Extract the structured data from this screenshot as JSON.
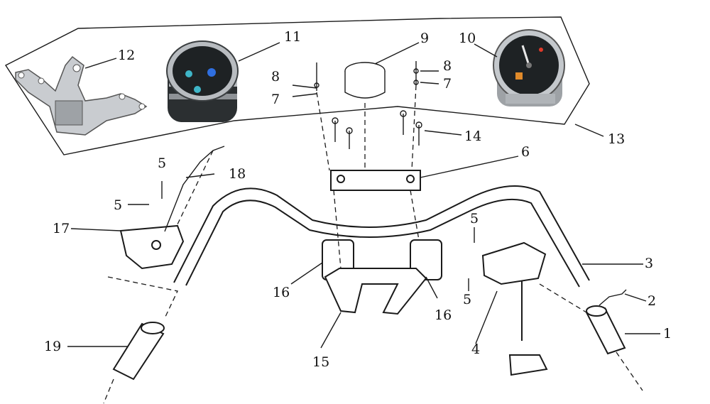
{
  "callouts": {
    "c1": "1",
    "c2": "2",
    "c3": "3",
    "c4": "4",
    "c5a": "5",
    "c5b": "5",
    "c5c": "5",
    "c5d": "5",
    "c6": "6",
    "c7a": "7",
    "c7b": "7",
    "c8a": "8",
    "c8b": "8",
    "c9": "9",
    "c10": "10",
    "c11": "11",
    "c12": "12",
    "c13": "13",
    "c14": "14",
    "c15": "15",
    "c16a": "16",
    "c16b": "16",
    "c17": "17",
    "c18": "18",
    "c19": "19"
  },
  "colors": {
    "ink": "#1a1a1a",
    "gauge_face": "#1e2224",
    "chrome": "#b8bcc0",
    "indicator_cyan": "#3fb6c8",
    "indicator_blue": "#2f6fe0",
    "needle_red": "#e03a2a",
    "fuel_orange": "#e08a2a"
  },
  "icons": {
    "indicator_left": "turn-signal-icon",
    "indicator_right": "high-beam-icon",
    "indicator_bottom": "neutral-icon",
    "fuel_pump": "fuel-pump-icon"
  }
}
